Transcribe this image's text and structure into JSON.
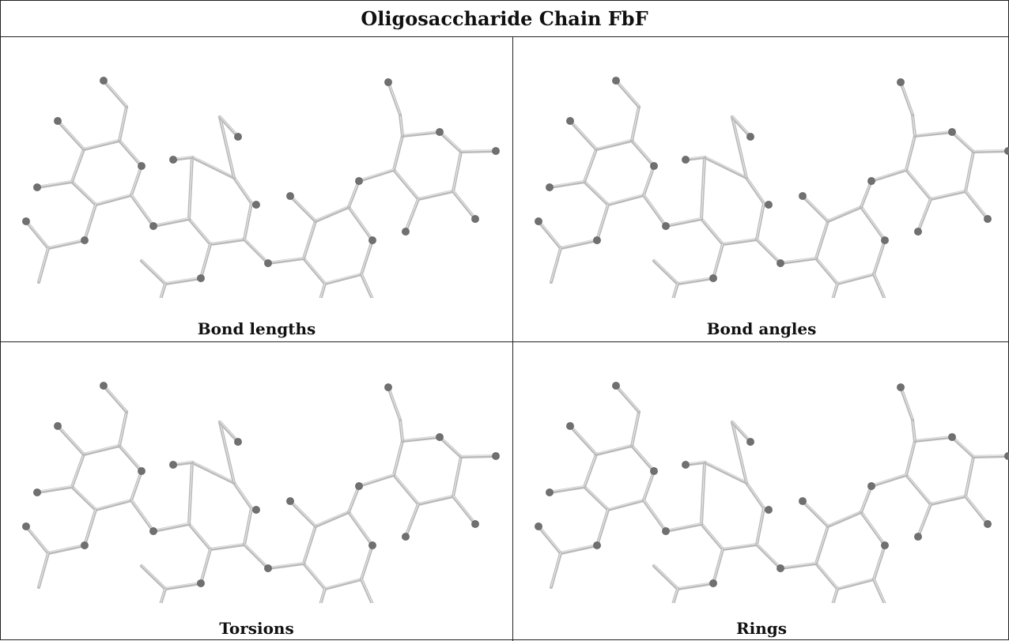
{
  "title": "Oligosaccharide Chain FbF",
  "panels": [
    {
      "caption": "Bond lengths"
    },
    {
      "caption": "Bond angles"
    },
    {
      "caption": "Torsions"
    },
    {
      "caption": "Rings"
    }
  ],
  "colors": {
    "bond": "#b9b9b9",
    "bond_highlight": "#e6e6e6",
    "atom": "#707070",
    "border": "#222222"
  }
}
